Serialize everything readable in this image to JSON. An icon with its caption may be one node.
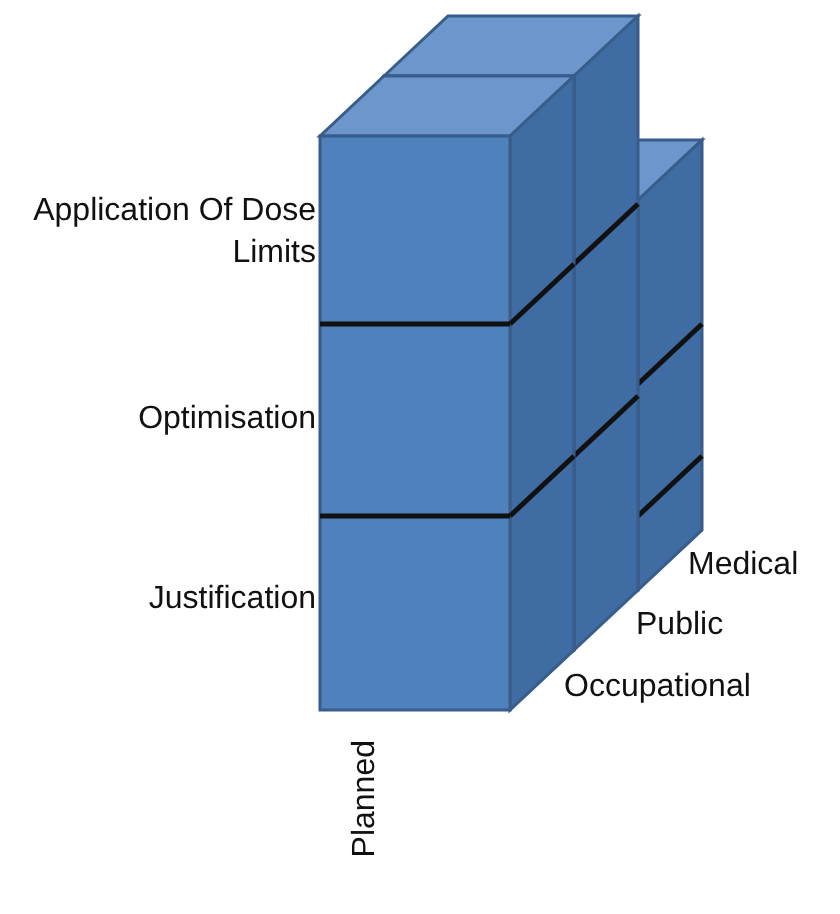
{
  "diagram": {
    "labels": [
      "Application Of Dose Limits",
      "Optimisation",
      "Justification",
      "Medical",
      "Public",
      "Occupational",
      "Planned"
    ]
  }
}
